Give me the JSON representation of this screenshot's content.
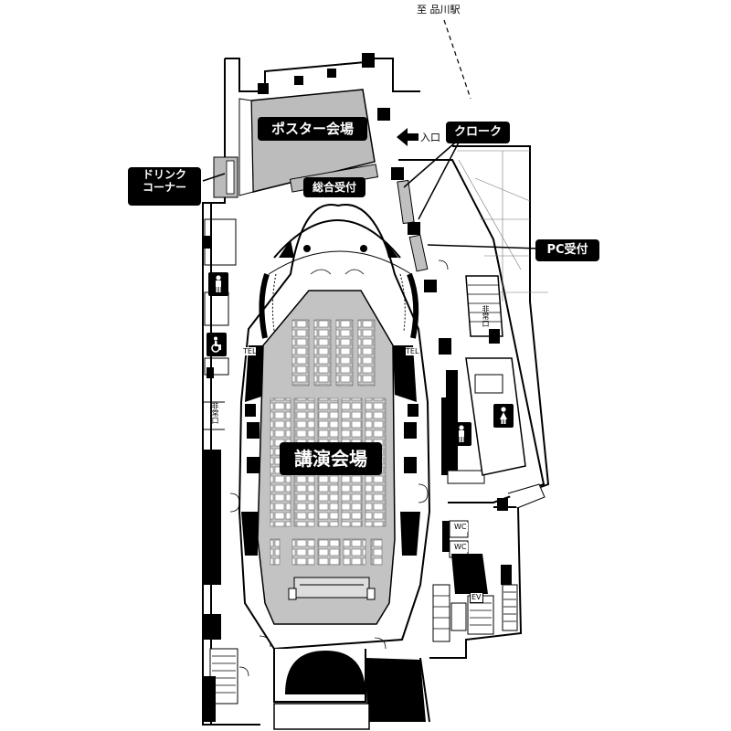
{
  "labels": {
    "direction": "至 品川駅",
    "entrance": "入口",
    "poster": "ポスター会場",
    "cloak": "クローク",
    "drink_line1": "ドリンク",
    "drink_line2": "コーナー",
    "reception": "総合受付",
    "pc": "PC受付",
    "main_hall": "講演会場",
    "tel_left": "TEL",
    "tel_right": "TEL",
    "exit_left": "非常口",
    "exit_right": "非常口",
    "wc1": "WC",
    "wc2": "WC",
    "ev": "EV"
  },
  "icons": {
    "toilet_male": "male-toilet-icon",
    "toilet_female": "female-toilet-icon",
    "accessible": "wheelchair-icon",
    "arrow": "arrow-left-icon"
  },
  "colors": {
    "label_bg": "#000000",
    "label_text": "#ffffff",
    "hall_fill": "#c0c0c0",
    "line": "#000000"
  }
}
